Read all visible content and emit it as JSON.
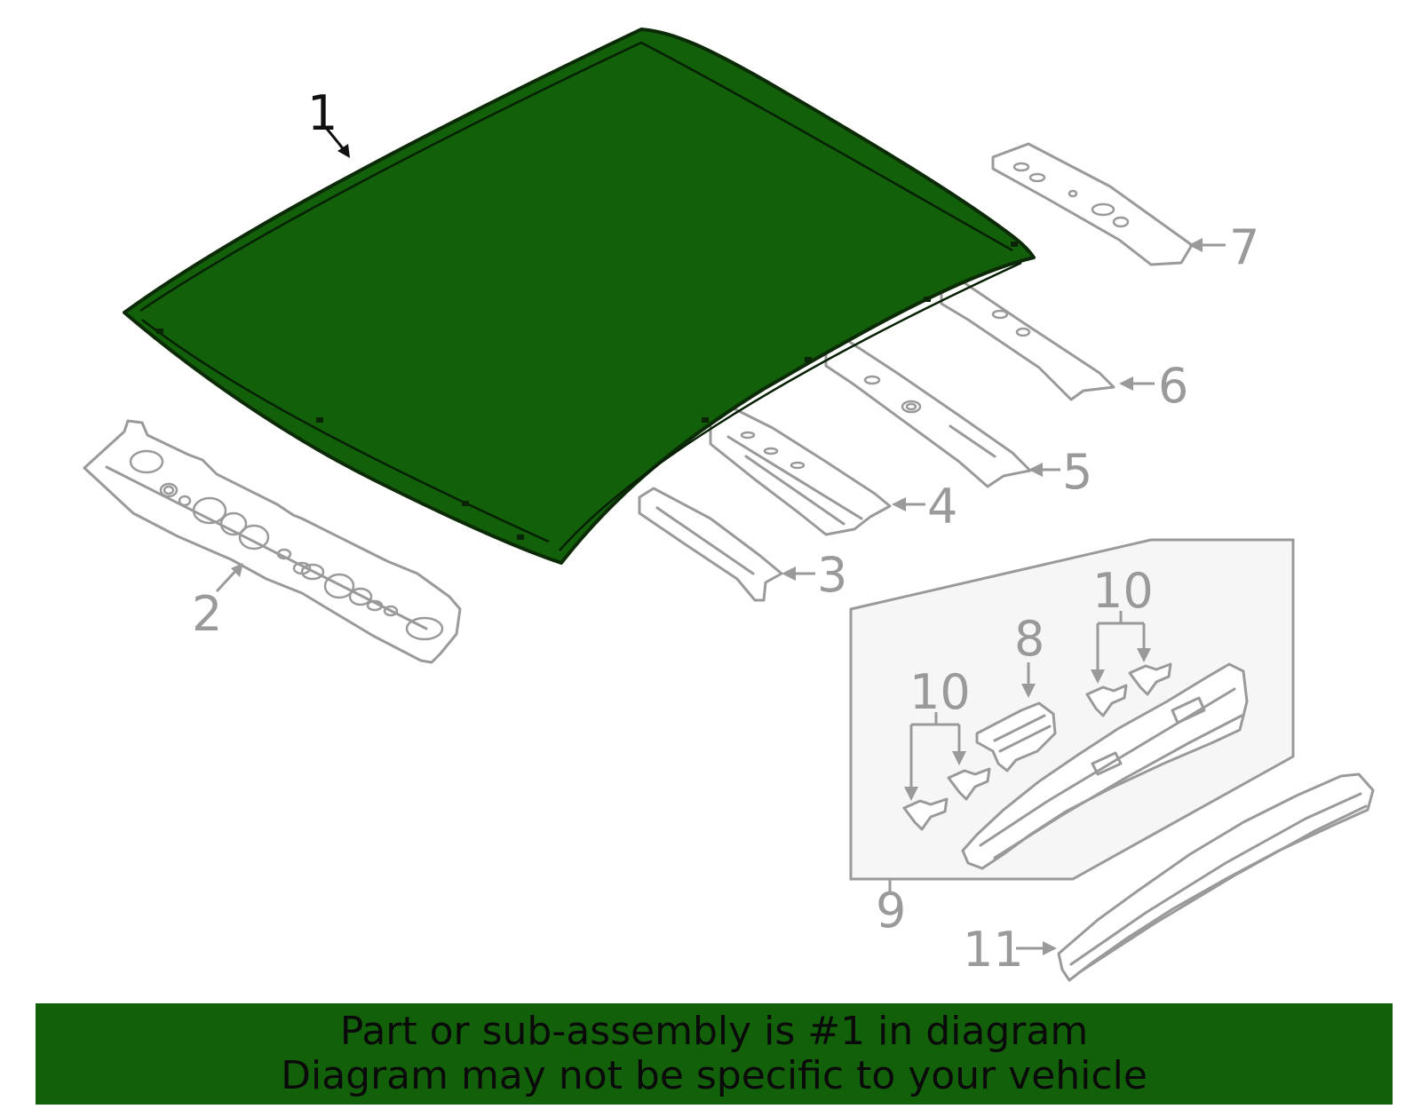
{
  "colors": {
    "highlight_part": "#13600a",
    "banner_background": "#13600a",
    "part_outline": "#9a9a9a",
    "callout_active": "#111111",
    "callout_inactive": "#9a9a9a",
    "subassembly_background": "#f6f6f6"
  },
  "callouts": {
    "c1": "1",
    "c2": "2",
    "c3": "3",
    "c4": "4",
    "c5": "5",
    "c6": "6",
    "c7": "7",
    "c8": "8",
    "c9": "9",
    "c10a": "10",
    "c10b": "10",
    "c11": "11"
  },
  "banner": {
    "line1": "Part or sub-assembly is #1 in diagram",
    "line2": "Diagram may not be specific to your vehicle"
  }
}
